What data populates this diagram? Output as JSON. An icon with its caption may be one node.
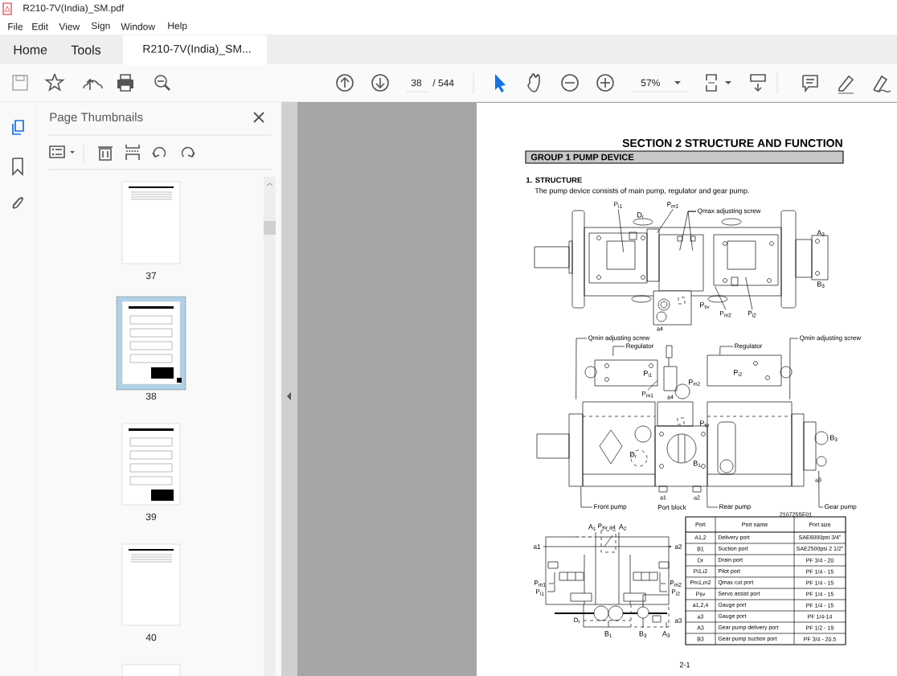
{
  "diagram": {
    "title": "SECTION 2 STRUCTURE AND FUNCTION",
    "nodes": [
      {
        "text": [],
        "shape": "picture"
      },
      {
        "text": [
          "P$_{i1}$"
        ]
      },
      {
        "text": [
          "P$_{m1}$"
        ]
      },
      {
        "text": [
          "Qmax adjusting screw"
        ]
      },
      {
        "text": [
          "P$_{m2}$"
        ],
        "in": 0
      },
      {
        "text": [
          "P$_{i2}$"
        ],
        "in": 0
      },
      {
        "text": [],
        "shape": "picture"
      },
      {
        "text": [
          "Qmin adjusting screw"
        ]
      },
      {
        "text": [
          "Regulator"
        ]
      },
      {
        "text": [
          "P$_{m1}$"
        ],
        "in": 6
      },
      {
        "text": [
          "Regulator"
        ]
      },
      {
        "text": [
          "Qmin adjusting screw"
        ]
      },
      {
        "text": [
          "Front pump"
        ]
      },
      {
        "text": [
          "Rear pump"
        ]
      },
      {
        "text": [
          "Gear pump"
        ]
      }
    ],
    "edges": [
      {
        "from": 1,
        "to": 0,
        "arrow": "none"
      },
      {
        "from": 2,
        "to": 0,
        "arrow": "none"
      },
      {
        "from": 3,
        "to": 0,
        "arrow": "none"
      },
      {
        "from": 3,
        "to": 0,
        "arrow": "none"
      },
      {
        "from": 4,
        "to": 0,
        "arrow": "none"
      },
      {
        "from": 5,
        "to": 0,
        "arrow": "none"
      },
      {
        "from": 7,
        "to": 6,
        "arrow": "none"
      },
      {
        "from": 8,
        "to": 6,
        "arrow": "none"
      },
      {
        "from": 9,
        "to": 6,
        "arrow": "none"
      },
      {
        "from": 10,
        "to": 6,
        "arrow": "none"
      },
      {
        "from": 11,
        "to": 6,
        "arrow": "none"
      },
      {
        "from": 12,
        "to": 6,
        "arrow": "none"
      },
      {
        "from": 13,
        "to": 6,
        "arrow": "none"
      },
      {
        "from": 14,
        "to": 6,
        "arrow": "none"
      }
    ],
    "labels": [
      "R210-7V(India)_SM.pdf",
      "File",
      "Edit",
      "View",
      "Sign",
      "Window",
      "Help",
      "Home",
      "Tools",
      "R210-7V(India)_SM...",
      "38",
      "/ 544",
      "57%",
      "Page Thumbnails",
      "37",
      "38",
      "39",
      "40",
      "GROUP 1 PUMP DEVICE",
      "1. STRUCTURE",
      "The pump device consists of main pump, regulator and gear pump.",
      "D$_{r}$",
      "A$_{3}$",
      "B$_{3}$",
      "P$_{sv}$",
      "a4",
      "P$_{i1}$",
      "P$_{i2}$",
      "P$_{m2}$",
      "a4",
      "P$_{sv}$",
      "D$_{r}$",
      "B$_{1}$",
      "B$_{3}$",
      "a1",
      "a2",
      "a3",
      "Port block",
      "210725SF01",
      "A$_{1}$",
      "P$_{sv}$",
      "a4",
      "A$_{2}$",
      "a1",
      "a2",
      "P$_{m1}$",
      "P$_{m2}$",
      "P$_{i1}$",
      "P$_{i2}$",
      "D$_{r}$",
      "a3",
      "B$_{1}$",
      "B$_{3}$",
      "A$_{3}$",
      "Port",
      "Port name",
      "Port size",
      "A1,2",
      "Delivery port",
      "SAE6000psi 3/4\"",
      "B1",
      "Suction port",
      "SAE2500psi 2 1/2\"",
      "Dr",
      "Drain port",
      "PF 3/4 - 20",
      "Pi1,i2",
      "Pilot port",
      "PF 1/4 - 15",
      "Pm1,m2",
      "Qmax cut port",
      "PF 1/4 - 15",
      "Psv",
      "Servo assist port",
      "PF 1/4 - 15",
      "a1,2,4",
      "Gauge port",
      "PF 1/4 - 15",
      "a3",
      "Gauge port",
      "PF 1/4-14",
      "A3",
      "Gear pump delivery port",
      "PF 1/2 - 19",
      "B3",
      "Gear pump suction port",
      "PF 3/4 - 20.5",
      "2-1"
    ]
  }
}
